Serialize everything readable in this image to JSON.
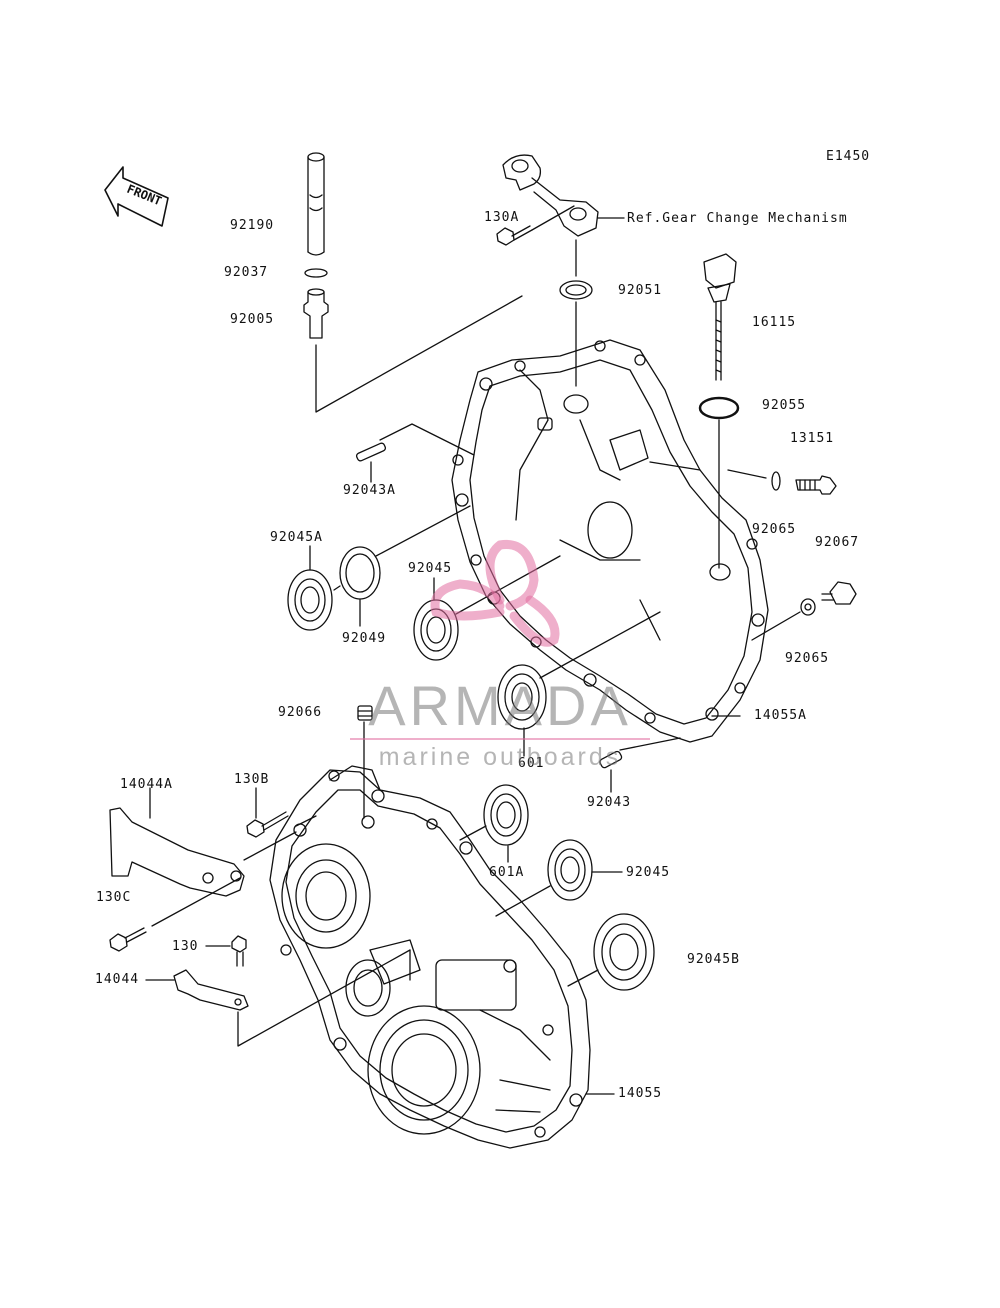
{
  "diagram": {
    "code": "E1450",
    "front_label": "FRONT",
    "reference_note": "Ref.Gear Change Mechanism"
  },
  "labels": {
    "p92190": "92190",
    "p92037": "92037",
    "p92005": "92005",
    "p130A": "130A",
    "p92051": "92051",
    "p16115": "16115",
    "p92055": "92055",
    "p13151": "13151",
    "p92065_top": "92065",
    "p92067": "92067",
    "p92065_mid": "92065",
    "p92043A": "92043A",
    "p92045A": "92045A",
    "p92045_upper": "92045",
    "p92049": "92049",
    "p601": "601",
    "p14055A": "14055A",
    "p92066": "92066",
    "p92043": "92043",
    "p14044A": "14044A",
    "p130B": "130B",
    "p601A": "601A",
    "p92045_lower": "92045",
    "p130C": "130C",
    "p130": "130",
    "p92045B": "92045B",
    "p14044": "14044",
    "p14055": "14055"
  },
  "watermark": {
    "brand": "ARMADA",
    "tagline": "marine outboards",
    "accent_color": "#e26ea0",
    "text_color": "#787878"
  }
}
